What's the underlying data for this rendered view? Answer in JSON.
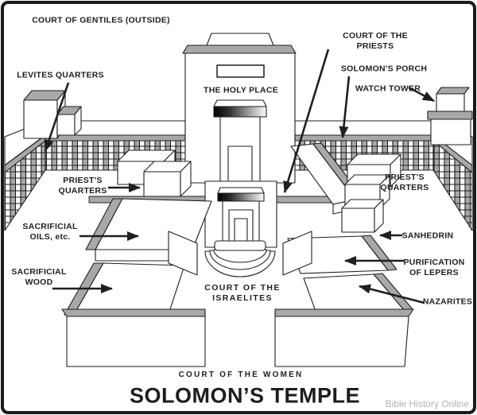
{
  "diagram": {
    "title": "SOLOMON’S TEMPLE",
    "credit": "Bible History Online",
    "labels": {
      "court_of_gentiles": "COURT OF GENTILES (OUTSIDE)",
      "levites_quarters": "LEVITES QUARTERS",
      "the_holy_place": "THE HOLY PLACE",
      "court_of_the_priests": "COURT OF THE PRIESTS",
      "solomons_porch": "SOLOMON'S PORCH",
      "watch_tower": "WATCH TOWER",
      "priests_quarters_left": "PRIEST'S\nQUARTERS",
      "priests_quarters_right": "PRIEST'S\nQUARTERS",
      "sacrificial_oils": "SACRIFICIAL\nOILS, etc.",
      "sanhedrin": "SANHEDRIN",
      "sacrificial_wood": "SACRIFICIAL\nWOOD",
      "purification_of_lepers": "PURIFICATION\nOF LEPERS",
      "court_of_the_israelites": "COURT OF THE\nISRAELITES",
      "nazarites": "NAZARITES",
      "court_of_the_women": "COURT OF THE WOMEN"
    },
    "colors": {
      "ink": "#1f1f1f",
      "structure_gray": "#a8a8a8",
      "credit_gray": "#b2b2b2",
      "background": "#ffffff"
    }
  }
}
